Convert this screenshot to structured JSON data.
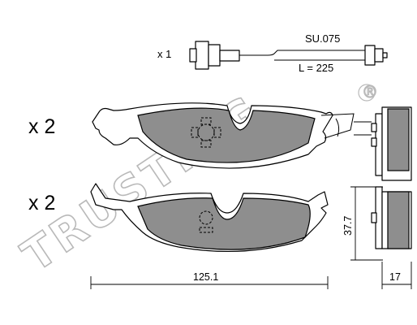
{
  "sensor": {
    "quantity": "x 1",
    "code": "SU.075",
    "length": "L = 225"
  },
  "pads": {
    "upper_quantity": "x 2",
    "lower_quantity": "x 2"
  },
  "dimensions": {
    "width": "125.1",
    "height": "37.7",
    "thickness": "17"
  },
  "watermark": {
    "text": "TRUSTING",
    "registered": "®"
  }
}
